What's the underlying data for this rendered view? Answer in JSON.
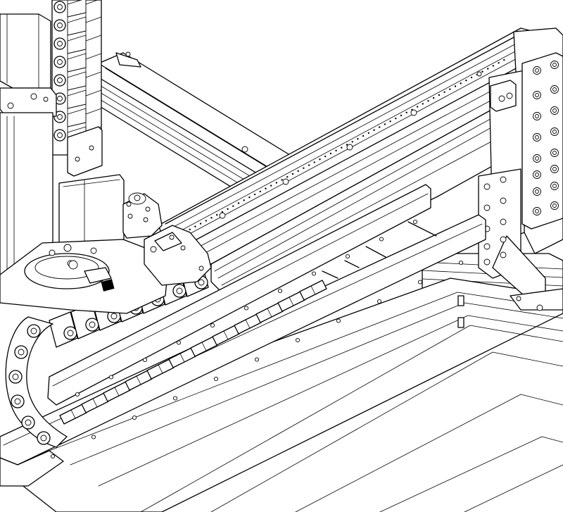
{
  "title": "",
  "colors": {
    "line": "#000000",
    "background": "#ffffff"
  },
  "parts": [
    "vertical-cable-chain",
    "z-axis-stepper-motor",
    "y-axis-stepper-motor",
    "gantry-rail-with-rack",
    "horizontal-cable-chain",
    "cable-chain-support-tray",
    "end-mounting-plate",
    "bolted-column-plate",
    "aluminum-extrusion-frame",
    "pinion-gear-housing",
    "motor-mount-bracket",
    "limit-switch-block"
  ]
}
